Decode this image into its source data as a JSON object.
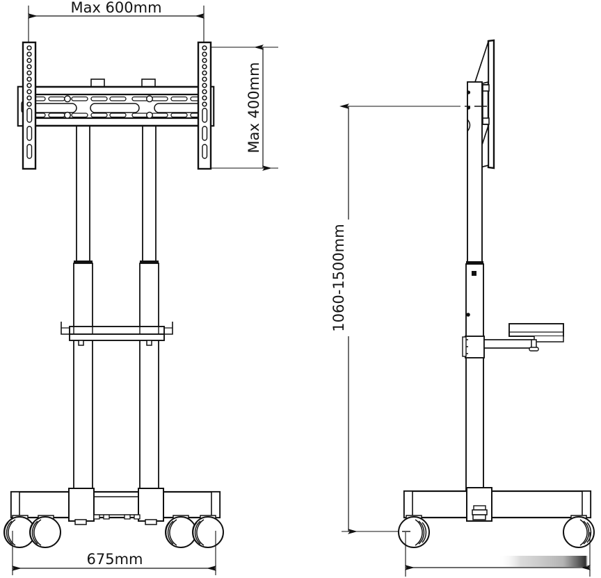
{
  "drawing": {
    "title": "TV Floor Stand Cart - Technical Dimension Drawing",
    "background_color": "#ffffff",
    "line_color": "#000000",
    "text_color": "#141414",
    "views": [
      {
        "id": "front-view",
        "name": "Front View",
        "position": "left"
      },
      {
        "id": "side-view",
        "name": "Side View",
        "position": "right"
      }
    ]
  },
  "dimensions": {
    "vesa_width": {
      "label": "Max 600mm",
      "orientation": "horizontal",
      "view": "front-view",
      "location": "top"
    },
    "vesa_height": {
      "label": "Max 400mm",
      "orientation": "vertical",
      "view": "front-view",
      "location": "right"
    },
    "base_width": {
      "label": "675mm",
      "orientation": "horizontal",
      "view": "front-view",
      "location": "bottom"
    },
    "tv_height": {
      "label": "1060-1500mm",
      "orientation": "vertical",
      "view": "side-view",
      "location": "left"
    },
    "depth": {
      "label": "",
      "orientation": "horizontal",
      "view": "side-view",
      "location": "bottom"
    }
  },
  "components": {
    "vesa_bracket": "vesa-mount-bracket",
    "vertical_rails": "vesa-vertical-rail",
    "horizontal_bar": "vesa-horizontal-bar",
    "upper_column": "telescoping-upper-column",
    "lower_column": "lower-column",
    "accessory_shelf": "accessory-shelf",
    "base_beam": "base-beam",
    "casters": "caster-wheel",
    "caster_count_front": 4,
    "caster_count_side": 2,
    "mount_plate": "tv-mount-plate"
  }
}
